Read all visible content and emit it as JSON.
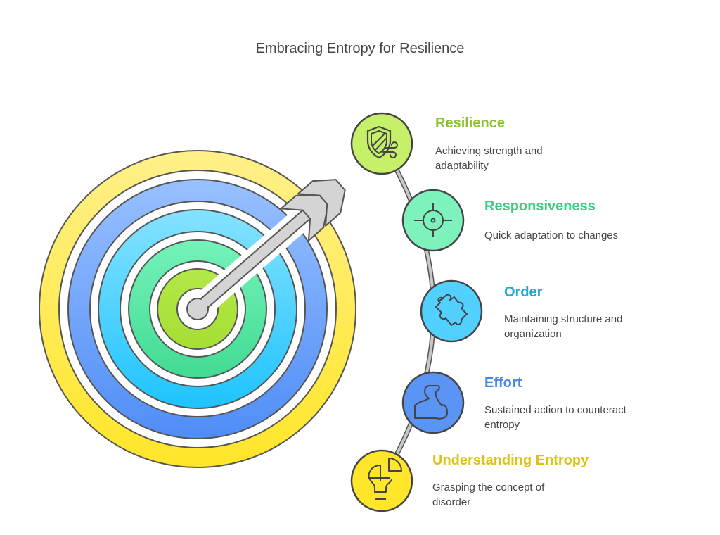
{
  "title": "Embracing Entropy for Resilience",
  "target": {
    "ring_colors_outer_to_inner": [
      {
        "top": "#FFF08A",
        "bottom": "#FFE629"
      },
      {
        "top": "#98C0FF",
        "bottom": "#4F8DF7"
      },
      {
        "top": "#86E2FF",
        "bottom": "#1EC3FF"
      },
      {
        "top": "#74F2BA",
        "bottom": "#42DB93"
      },
      {
        "top": "#B3E847",
        "bottom": "#A6DE34"
      }
    ],
    "arrow_color": "#D4D4D4",
    "outline_color": "#555555"
  },
  "connector_color": "#C8C8C8",
  "steps": [
    {
      "label": "Resilience",
      "description": "Achieving strength and adaptability",
      "icon": "shield-wind-icon",
      "label_color": "#8CC132",
      "fill": "#C6F06A"
    },
    {
      "label": "Responsiveness",
      "description": "Quick adaptation to changes",
      "icon": "crosshair-icon",
      "label_color": "#3ECC82",
      "fill": "#7EF2BC"
    },
    {
      "label": "Order",
      "description": "Maintaining structure and organization",
      "icon": "puzzle-piece-icon",
      "label_color": "#1FA8DC",
      "fill": "#52D0FF"
    },
    {
      "label": "Effort",
      "description": "Sustained action to counteract entropy",
      "icon": "flexed-arm-icon",
      "label_color": "#4A86E8",
      "fill": "#5A94F5"
    },
    {
      "label": "Understanding Entropy",
      "description": "Grasping the concept of disorder",
      "icon": "lightbulb-idea-icon",
      "label_color": "#DCC313",
      "fill": "#FFE62A"
    }
  ]
}
